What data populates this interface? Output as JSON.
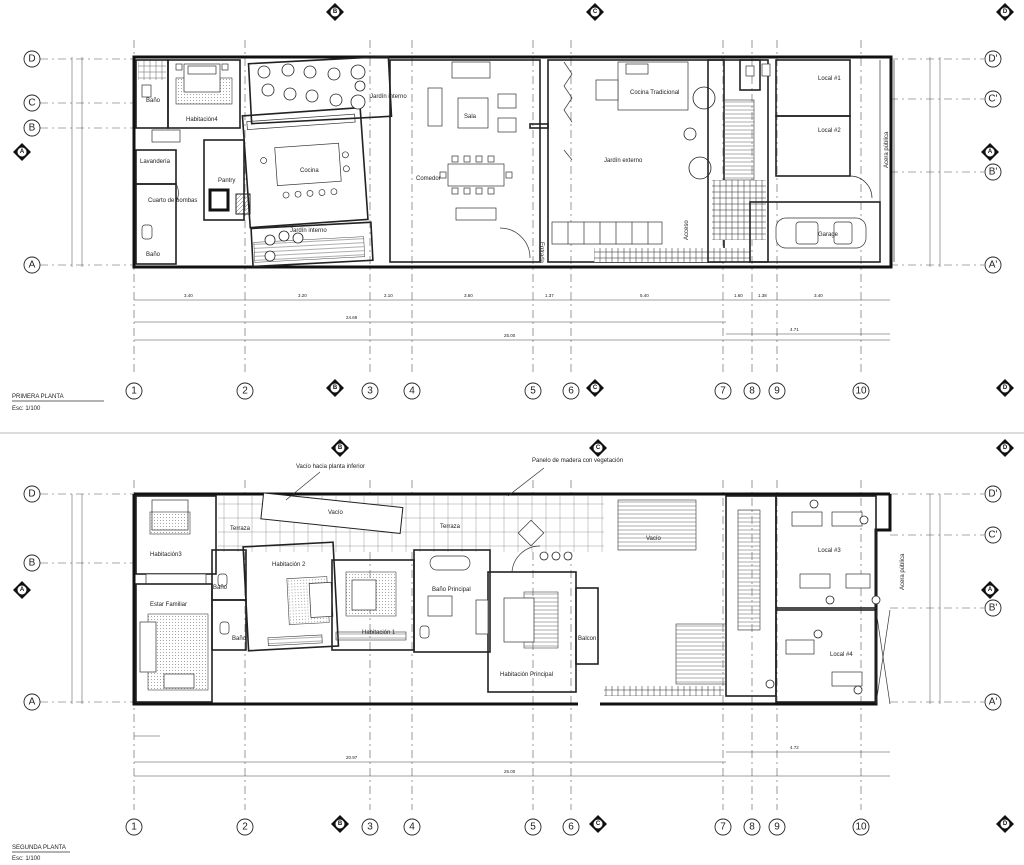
{
  "drawing": {
    "plans": [
      {
        "id": "first",
        "title": "PRIMERA PLANTA",
        "scale": "Esc: 1/100",
        "rooms": {
          "habitacion4": "Habitación4",
          "bano": "Baño",
          "lavanderia": "Lavandería",
          "cuarto_bombas": "Cuarto de bombas",
          "bano2": "Baño",
          "pantry": "Pantry",
          "cocina": "Cocina",
          "jardin_interno": "Jardín interno",
          "jardin_interno2": "Jardín interno",
          "sala": "Sala",
          "comedor": "Comedor",
          "entrada": "Entrada",
          "cocina_tradicional": "Cocina Tradicional",
          "jardin_externo": "Jardín externo",
          "acceso": "Acceso",
          "local1": "Local #1",
          "local2": "Local #2",
          "garage": "Garage",
          "acera_publica": "Acera pública"
        },
        "dims": [
          "3.40",
          "3.20",
          "2.10",
          "3.60",
          "1.37",
          "5.40",
          "1.60",
          "1.38",
          "3.40",
          "24.69",
          "4.71",
          "25.00"
        ]
      },
      {
        "id": "second",
        "title": "SEGUNDA PLANTA",
        "scale": "Esc: 1/100",
        "rooms": {
          "habitacion3": "Habitación3",
          "terraza": "Terraza",
          "vacio": "Vacío",
          "habitacion2": "Habitación 2",
          "terraza2": "Terraza",
          "bano": "Baño",
          "estar_familiar": "Estar Familiar",
          "bano2": "Baño",
          "habitacion1": "Habitación 1",
          "bano_principal": "Baño Principal",
          "habitacion_principal": "Habitación Principal",
          "balcon": "Balcon",
          "vacio2": "Vacío",
          "local3": "Local #3",
          "local4": "Local #4",
          "acera_publica": "Acera pública"
        },
        "notes": {
          "vacio_note": "Vacío hacia planta inferior",
          "panel_note": "Panelo de madera con vegetación"
        },
        "dims": [
          "20.97",
          "4.72",
          "25.00"
        ]
      }
    ],
    "grid_columns": [
      "1",
      "2",
      "3",
      "4",
      "5",
      "6",
      "7",
      "8",
      "9",
      "10"
    ],
    "grid_rows": [
      "A",
      "B",
      "C",
      "D"
    ],
    "grid_rows_prime": [
      "A'",
      "B'",
      "C'",
      "D'"
    ],
    "section_marks": [
      "B",
      "C",
      "D",
      "A"
    ]
  }
}
